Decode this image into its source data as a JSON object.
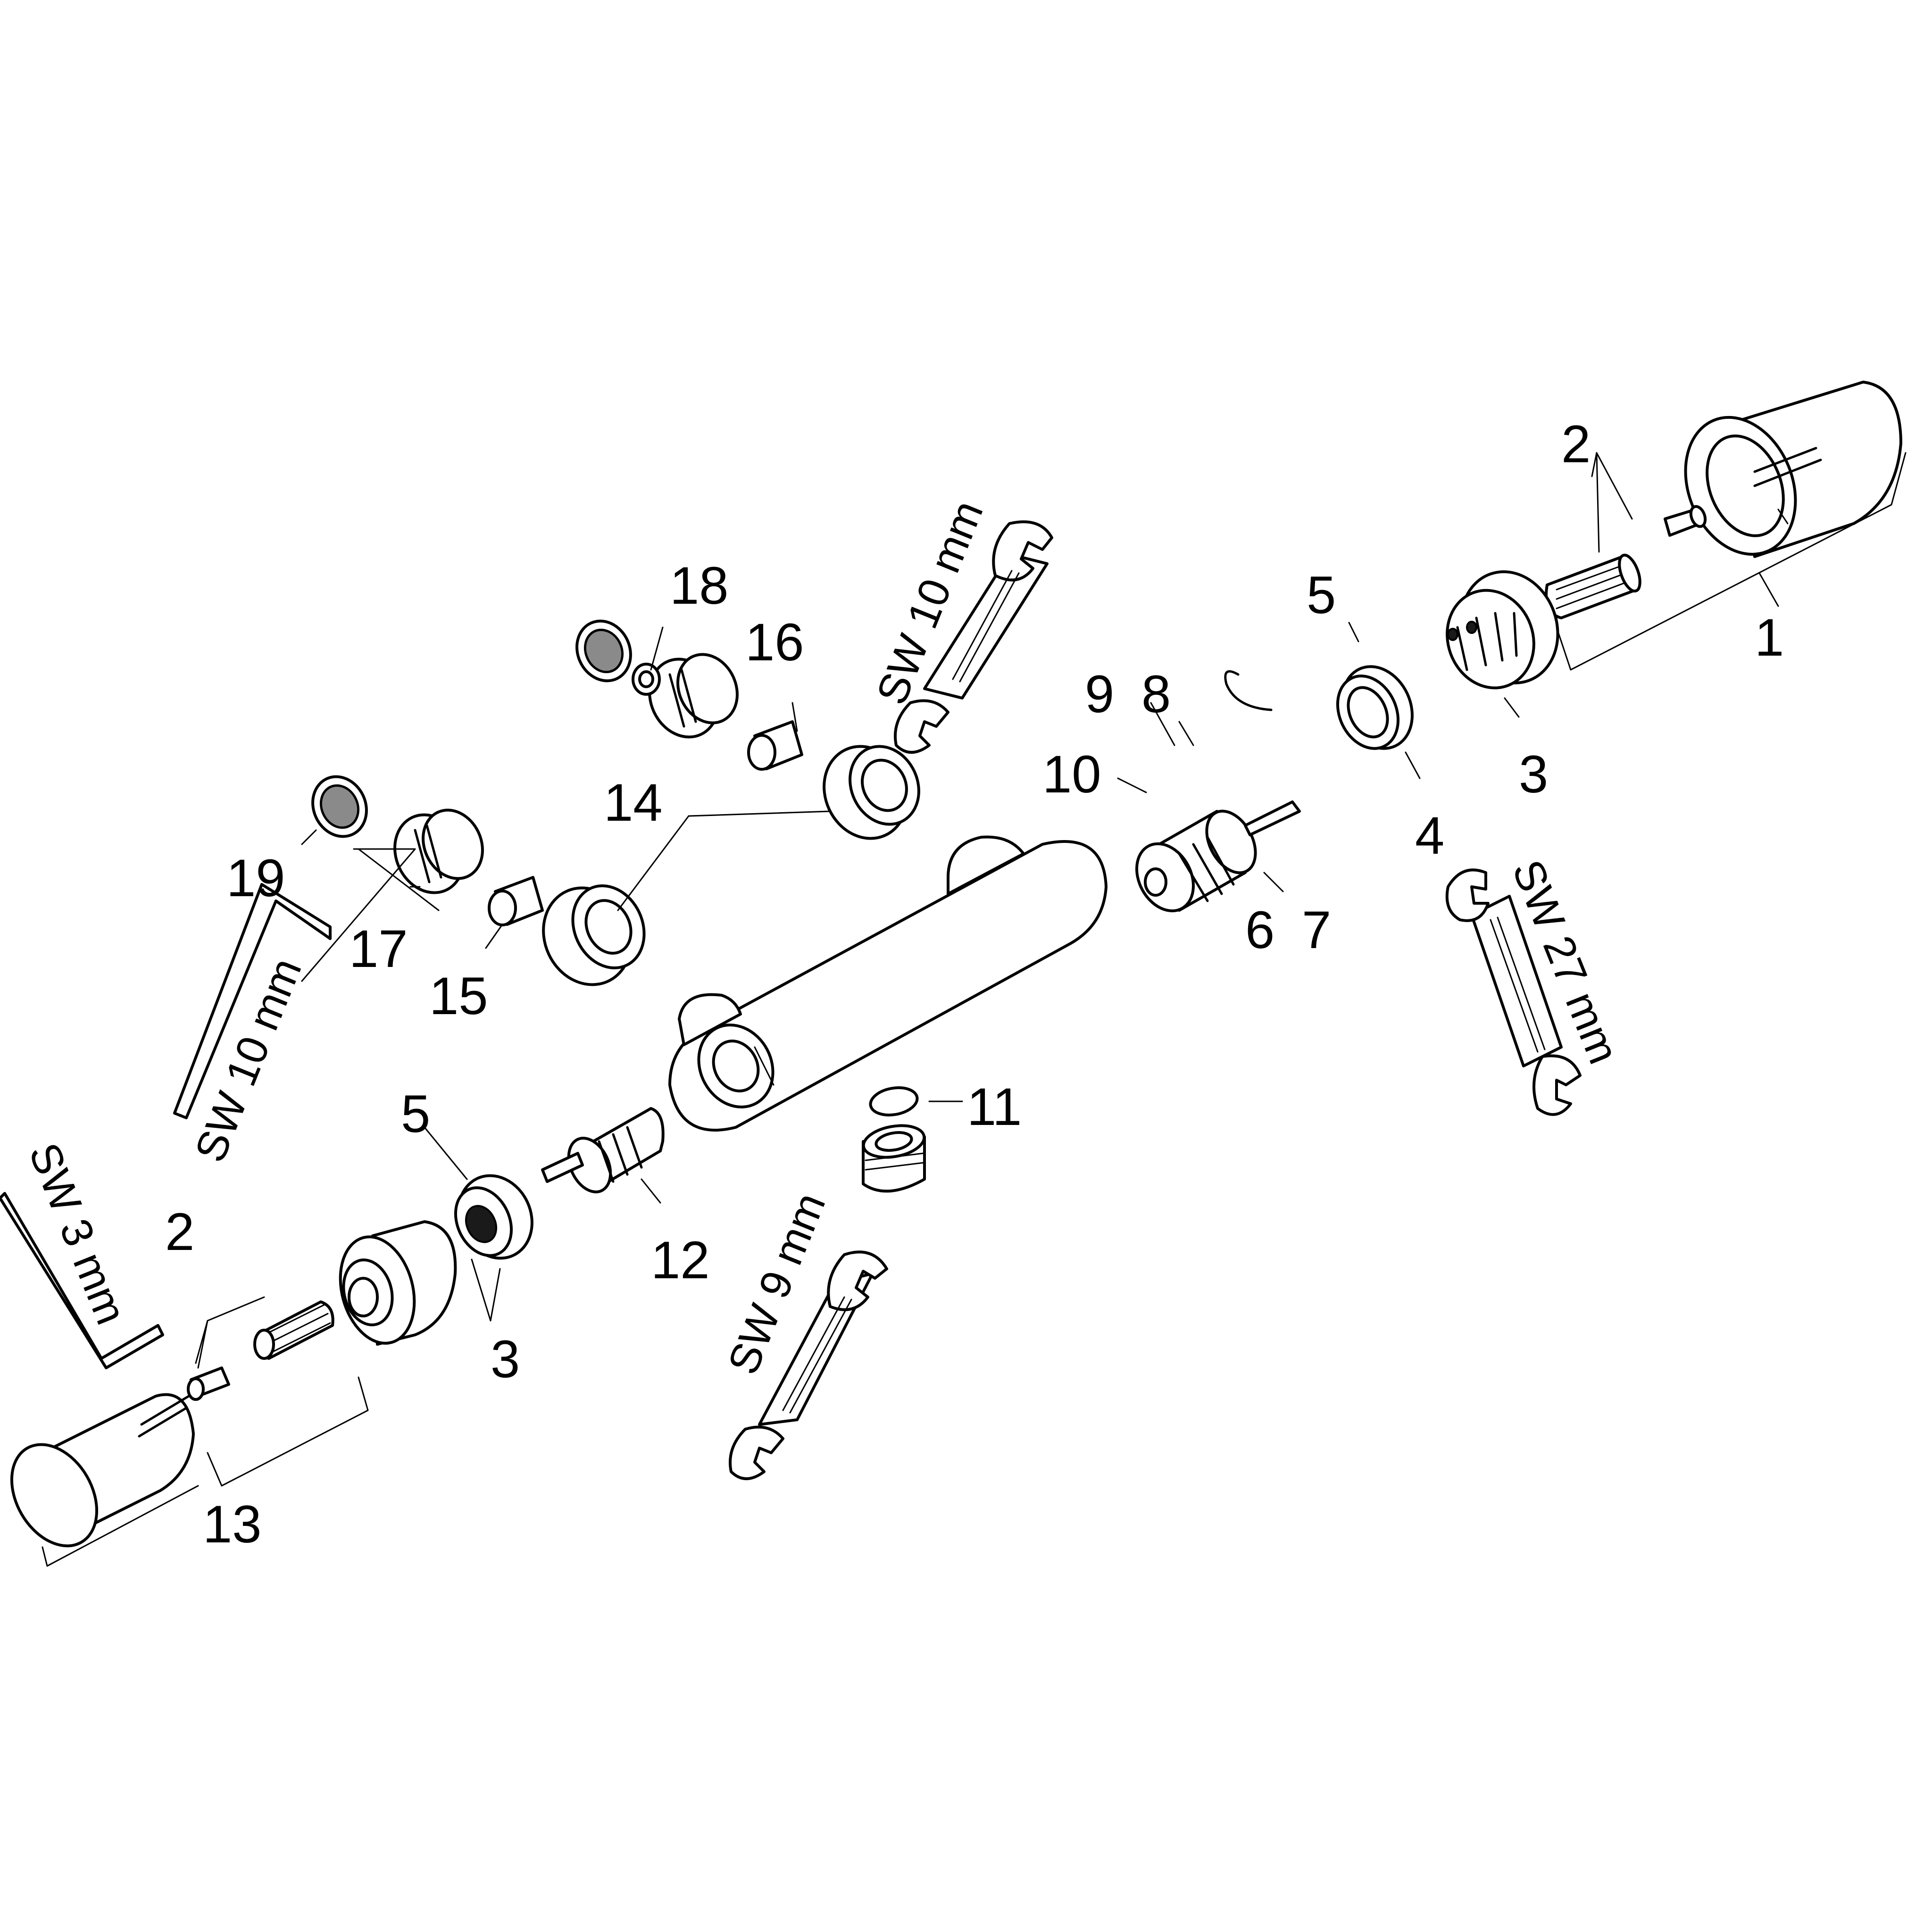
{
  "part_numbers": {
    "p1": "1",
    "p2_right": "2",
    "p2_left": "2",
    "p3_right": "3",
    "p3_left": "3",
    "p4": "4",
    "p5_right": "5",
    "p5_left": "5",
    "p6": "6",
    "p7": "7",
    "p8": "8",
    "p9": "9",
    "p10": "10",
    "p11": "11",
    "p12": "12",
    "p13": "13",
    "p14": "14",
    "p15": "15",
    "p16": "16",
    "p17": "17",
    "p18": "18",
    "p19": "19"
  },
  "tool_labels": {
    "wrench_top": "SW 10 mm",
    "wrench_right": "SW 27 mm",
    "wrench_bottom": "SW 9 mm",
    "hex_key_middle": "SW 10 mm",
    "hex_key_left": "SW 3 mm"
  }
}
